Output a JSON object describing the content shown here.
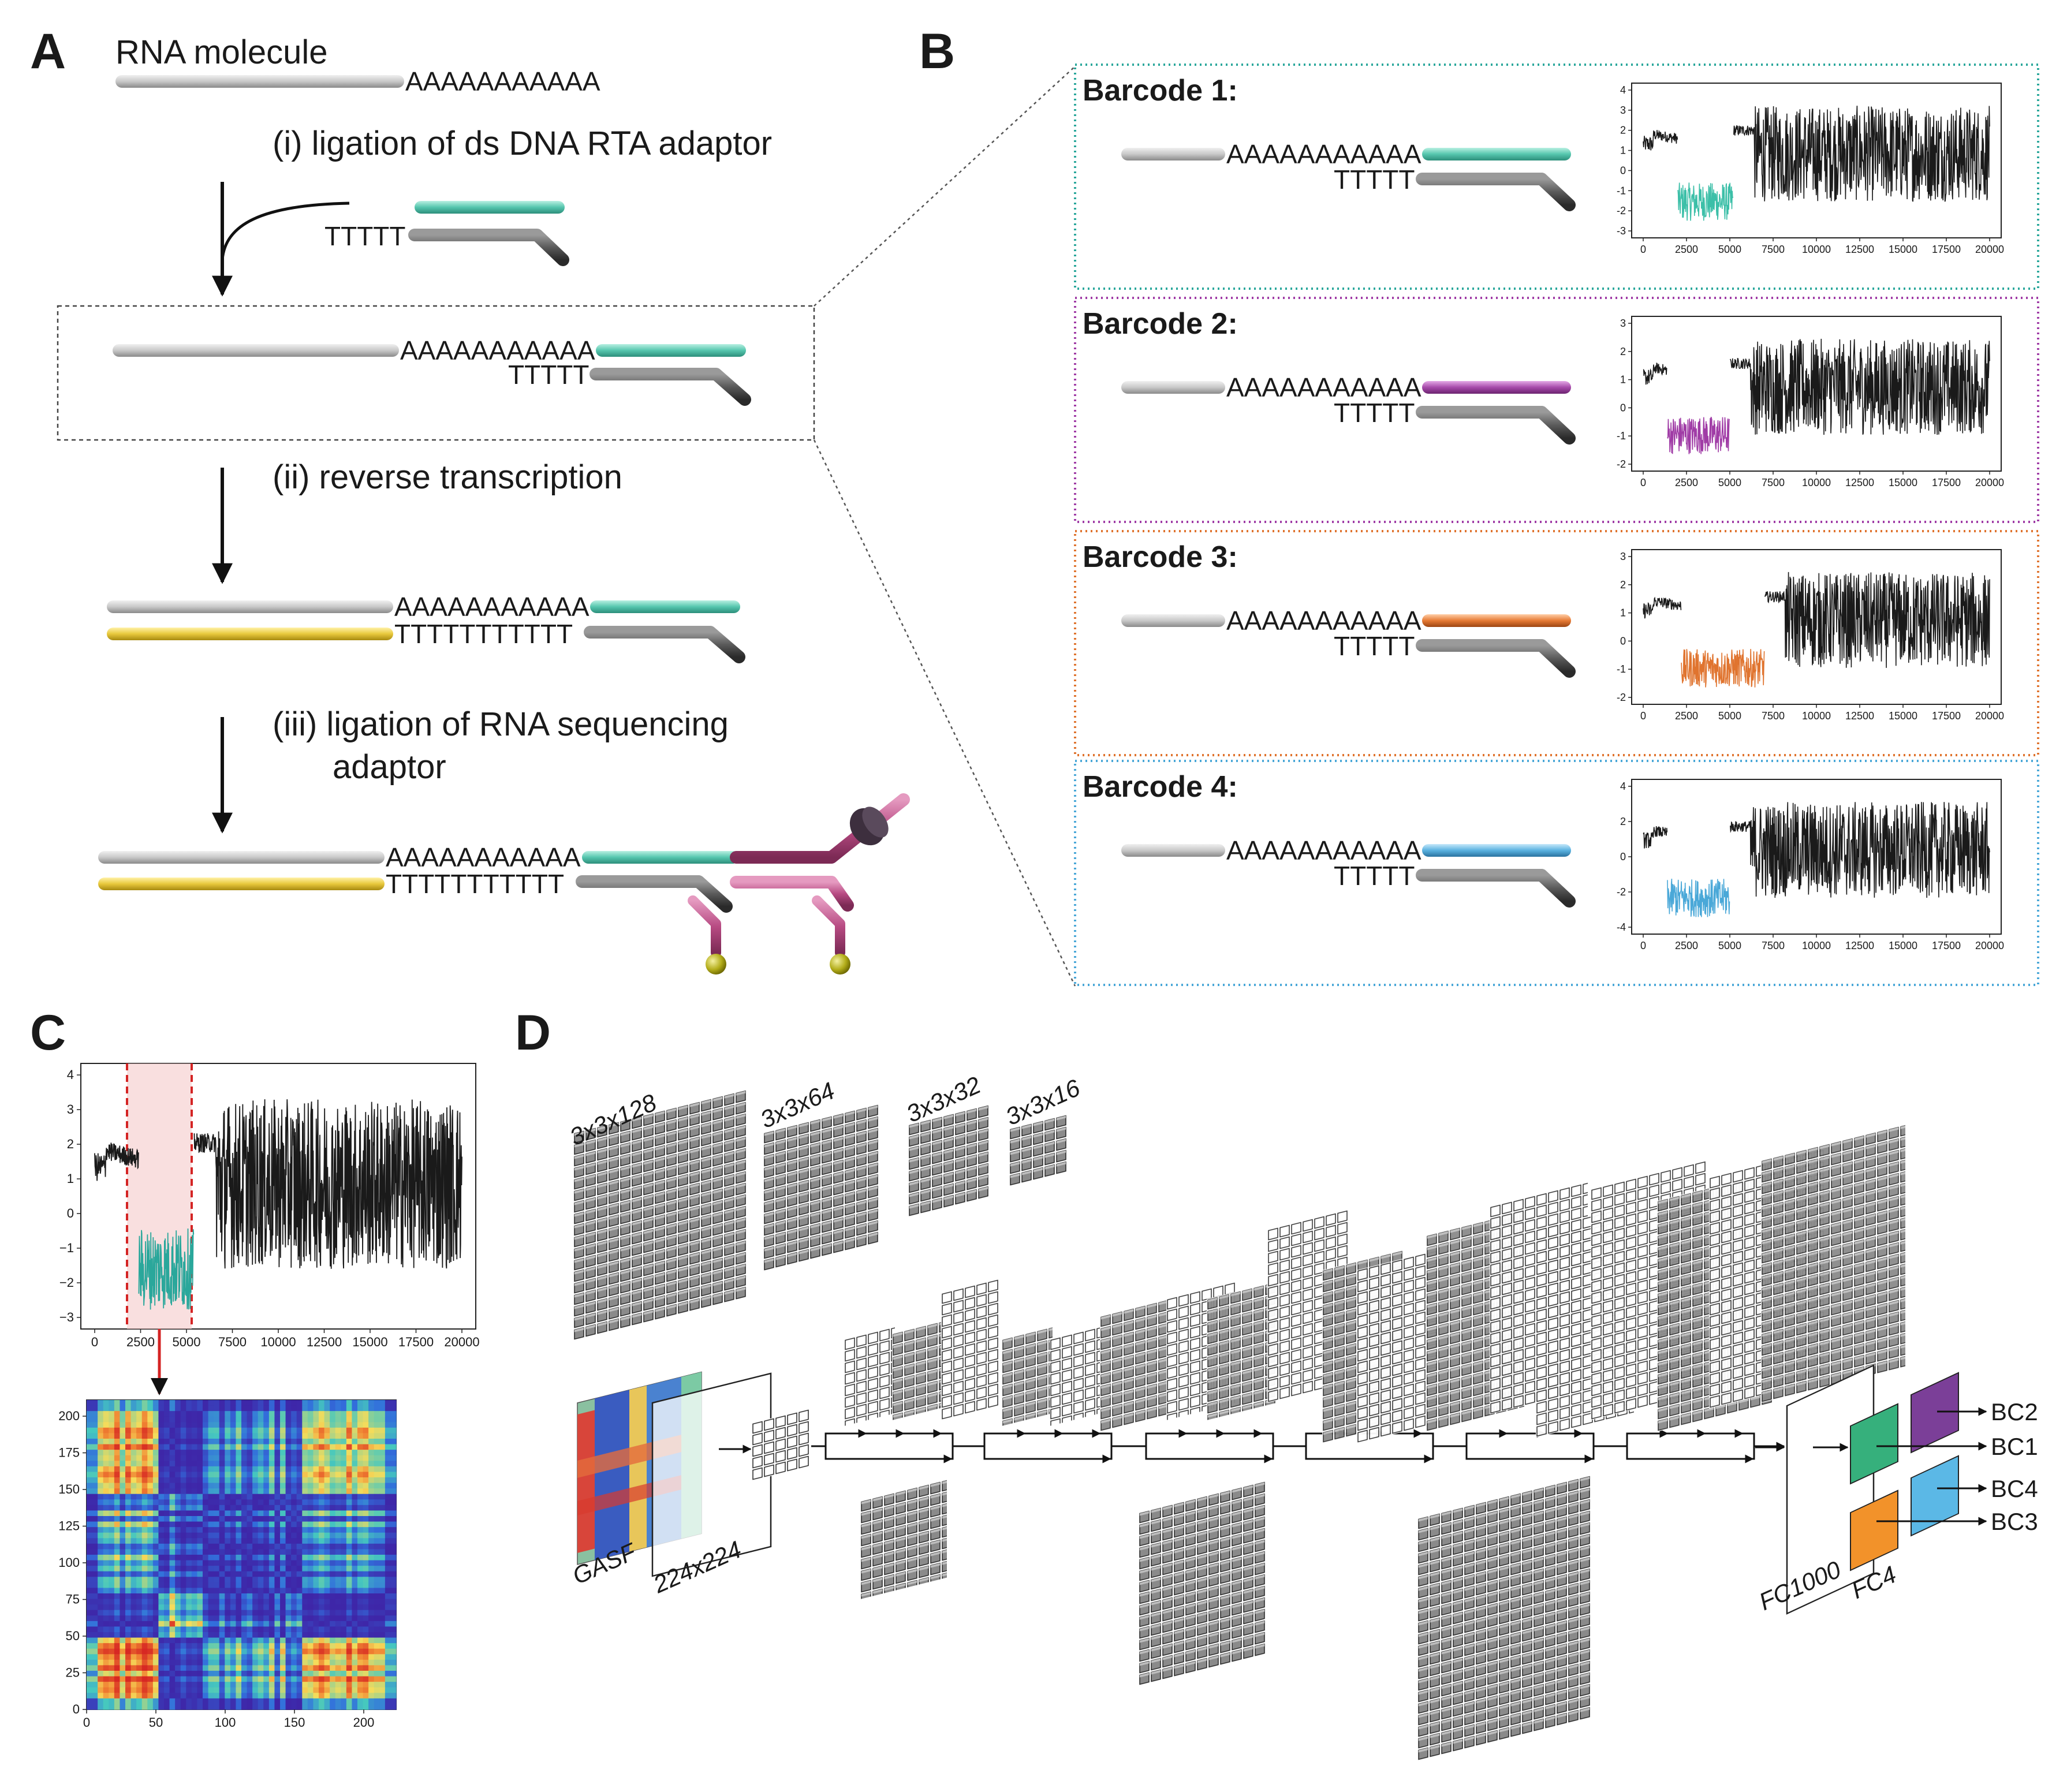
{
  "panels": {
    "a": "A",
    "b": "B",
    "c": "C",
    "d": "D"
  },
  "panel_a": {
    "rna_label": "RNA molecule",
    "poly_a": "AAAAAAAAAAA",
    "step1": "(i) ligation of ds DNA RTA adaptor",
    "t5": "TTTTT",
    "step2": "(ii) reverse transcription",
    "t11": "TTTTTTTTTTT",
    "step3_line1": "(iii) ligation of RNA sequencing",
    "step3_line2": "adaptor"
  },
  "panel_b": {
    "barcodes": [
      {
        "title": "Barcode 1:",
        "poly_a": "AAAAAAAAAAA",
        "t5": "TTTTT",
        "color": "#3cbfa8",
        "yticks": [
          "4",
          "3",
          "2",
          "1",
          "0",
          "-1",
          "-2",
          "-3"
        ],
        "xticks": [
          "0",
          "2500",
          "5000",
          "7500",
          "10000",
          "12500",
          "15000",
          "17500",
          "20000"
        ]
      },
      {
        "title": "Barcode 2:",
        "poly_a": "AAAAAAAAAAA",
        "t5": "TTTTT",
        "color": "#a03ca6",
        "yticks": [
          "3",
          "2",
          "1",
          "0",
          "-1",
          "-2"
        ],
        "xticks": [
          "0",
          "2500",
          "5000",
          "7500",
          "10000",
          "12500",
          "15000",
          "17500",
          "20000"
        ]
      },
      {
        "title": "Barcode 3:",
        "poly_a": "AAAAAAAAAAA",
        "t5": "TTTTT",
        "color": "#e0742f",
        "yticks": [
          "3",
          "2",
          "1",
          "0",
          "-1",
          "-2"
        ],
        "xticks": [
          "0",
          "2500",
          "5000",
          "7500",
          "10000",
          "12500",
          "15000",
          "17500",
          "20000"
        ]
      },
      {
        "title": "Barcode 4:",
        "poly_a": "AAAAAAAAAAA",
        "t5": "TTTTT",
        "color": "#4aa8d8",
        "yticks": [
          "4",
          "2",
          "0",
          "-2",
          "-4"
        ],
        "xticks": [
          "0",
          "2500",
          "5000",
          "7500",
          "10000",
          "12500",
          "15000",
          "17500",
          "20000"
        ]
      }
    ],
    "box_colors": [
      "#2aa79b",
      "#a03ca6",
      "#e0742f",
      "#4aa8d8"
    ]
  },
  "panel_c": {
    "signal_yticks": [
      "4",
      "3",
      "2",
      "1",
      "0",
      "−1",
      "−2",
      "−3"
    ],
    "signal_xticks": [
      "0",
      "2500",
      "5000",
      "7500",
      "10000",
      "12500",
      "15000",
      "17500",
      "20000"
    ],
    "heatmap_yticks": [
      "200",
      "175",
      "150",
      "125",
      "100",
      "75",
      "50",
      "25",
      "0"
    ],
    "heatmap_xticks": [
      "0",
      "50",
      "100",
      "150",
      "200"
    ],
    "highlight_color": "#f5c9c9",
    "segment_color": "#2aa79b"
  },
  "panel_d": {
    "kernels": [
      "3x3x128",
      "3x3x64",
      "3x3x32",
      "3x3x16"
    ],
    "input_label": "GASF",
    "input_size": "224x224",
    "fc1": "FC1000",
    "fc2": "FC4",
    "outputs": [
      "BC2",
      "BC1",
      "BC4",
      "BC3"
    ],
    "output_colors": [
      "#7b3f98",
      "#36b07c",
      "#5bb8e6",
      "#f2922a"
    ]
  }
}
